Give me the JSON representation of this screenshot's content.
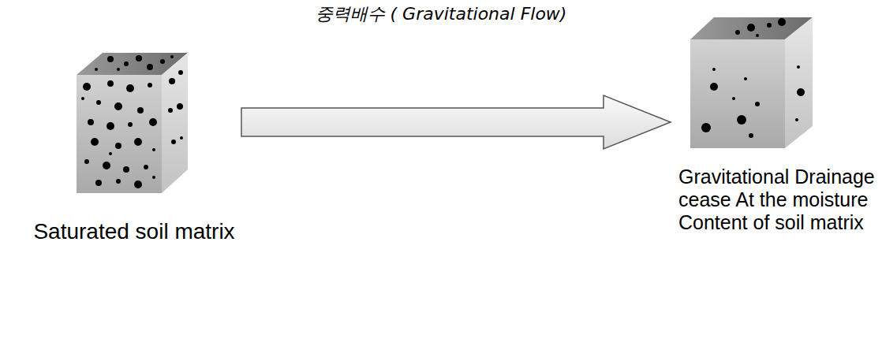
{
  "diagram": {
    "title": "중력배수 ( Gravitational Flow)",
    "nodes": [
      {
        "text": [
          "Saturated soil matrix"
        ]
      },
      {
        "text": [
          "Gravitational Drainage cease At the moisture Content of soil matrix"
        ]
      }
    ],
    "edges": [
      {
        "from": 0,
        "to": 1,
        "arrow": "to"
      }
    ]
  }
}
